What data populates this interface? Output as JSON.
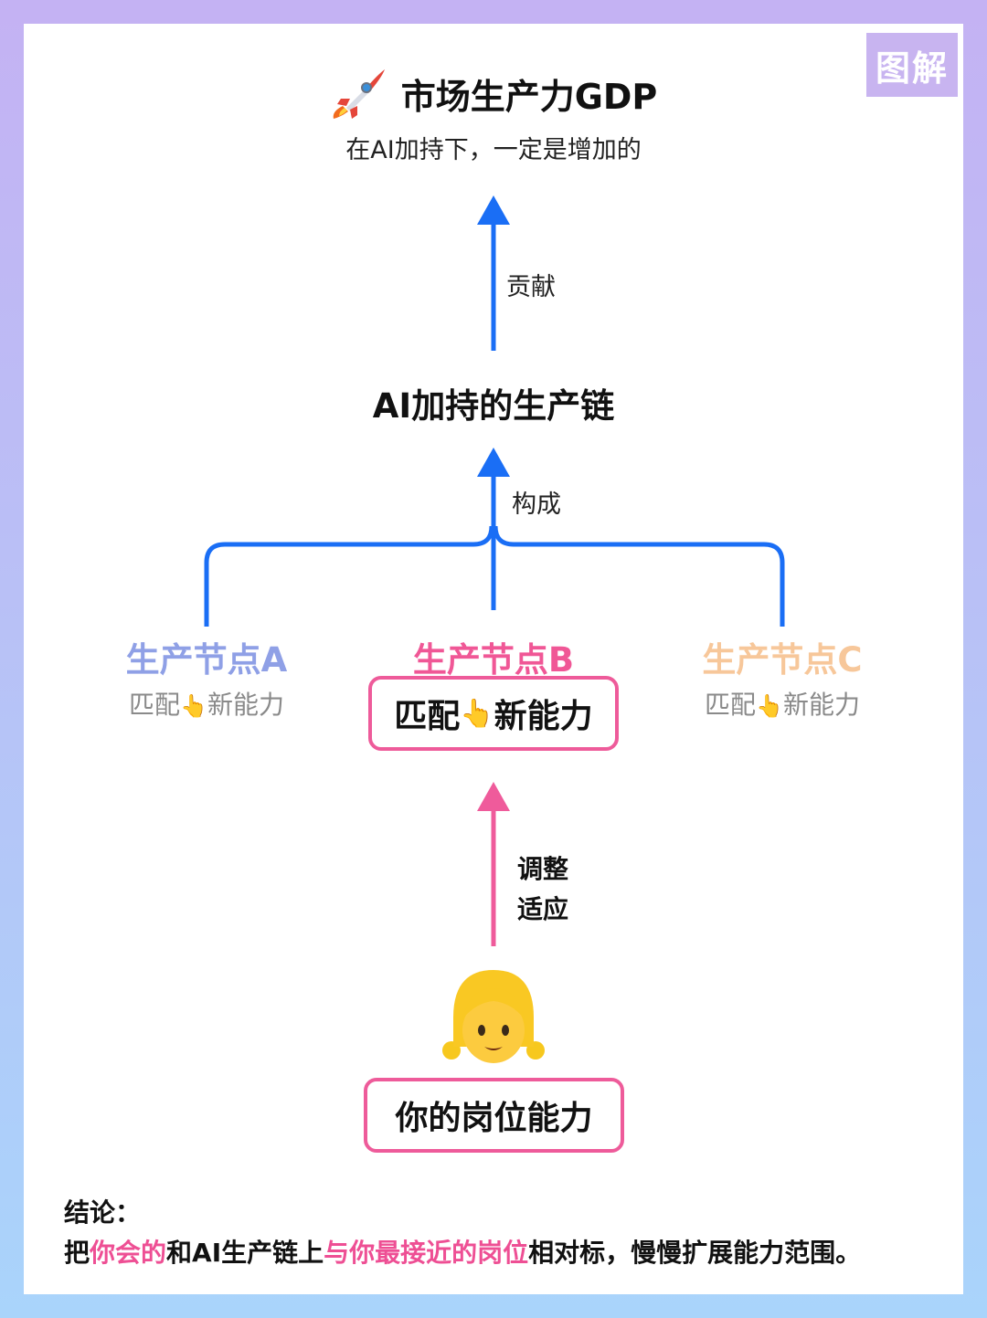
{
  "badge": "图解",
  "title": {
    "icon": "rocket-icon",
    "text": "市场生产力GDP",
    "subtitle": "在AI加持下，一定是增加的"
  },
  "edges": {
    "contribute": "贡献",
    "compose": "构成",
    "adjust_line1": "调整",
    "adjust_line2": "适应"
  },
  "chain": "AI加持的生产链",
  "nodes": [
    {
      "title": "生产节点A",
      "sub_left": "匹配",
      "hand": "👆",
      "sub_right": "新能力",
      "color": "#8fa0e6"
    },
    {
      "title": "生产节点B",
      "sub_left": "匹配",
      "hand": "👆",
      "sub_right": "新能力",
      "color": "#f05796"
    },
    {
      "title": "生产节点C",
      "sub_left": "匹配",
      "hand": "👆",
      "sub_right": "新能力",
      "color": "#f7c79a"
    }
  ],
  "person": {
    "icon": "girl-icon",
    "label": "你的岗位能力"
  },
  "conclusion": {
    "label": "结论：",
    "parts": [
      {
        "text": "把",
        "highlight": false
      },
      {
        "text": "你会的",
        "highlight": true
      },
      {
        "text": "和AI生产链上",
        "highlight": false
      },
      {
        "text": "与你最接近的岗位",
        "highlight": true
      },
      {
        "text": "相对标，慢慢扩展能力范围。",
        "highlight": false
      }
    ]
  },
  "colors": {
    "blue_arrow": "#1a6ef5",
    "pink_arrow": "#ef5b9b",
    "highlight": "#ee4f94"
  }
}
